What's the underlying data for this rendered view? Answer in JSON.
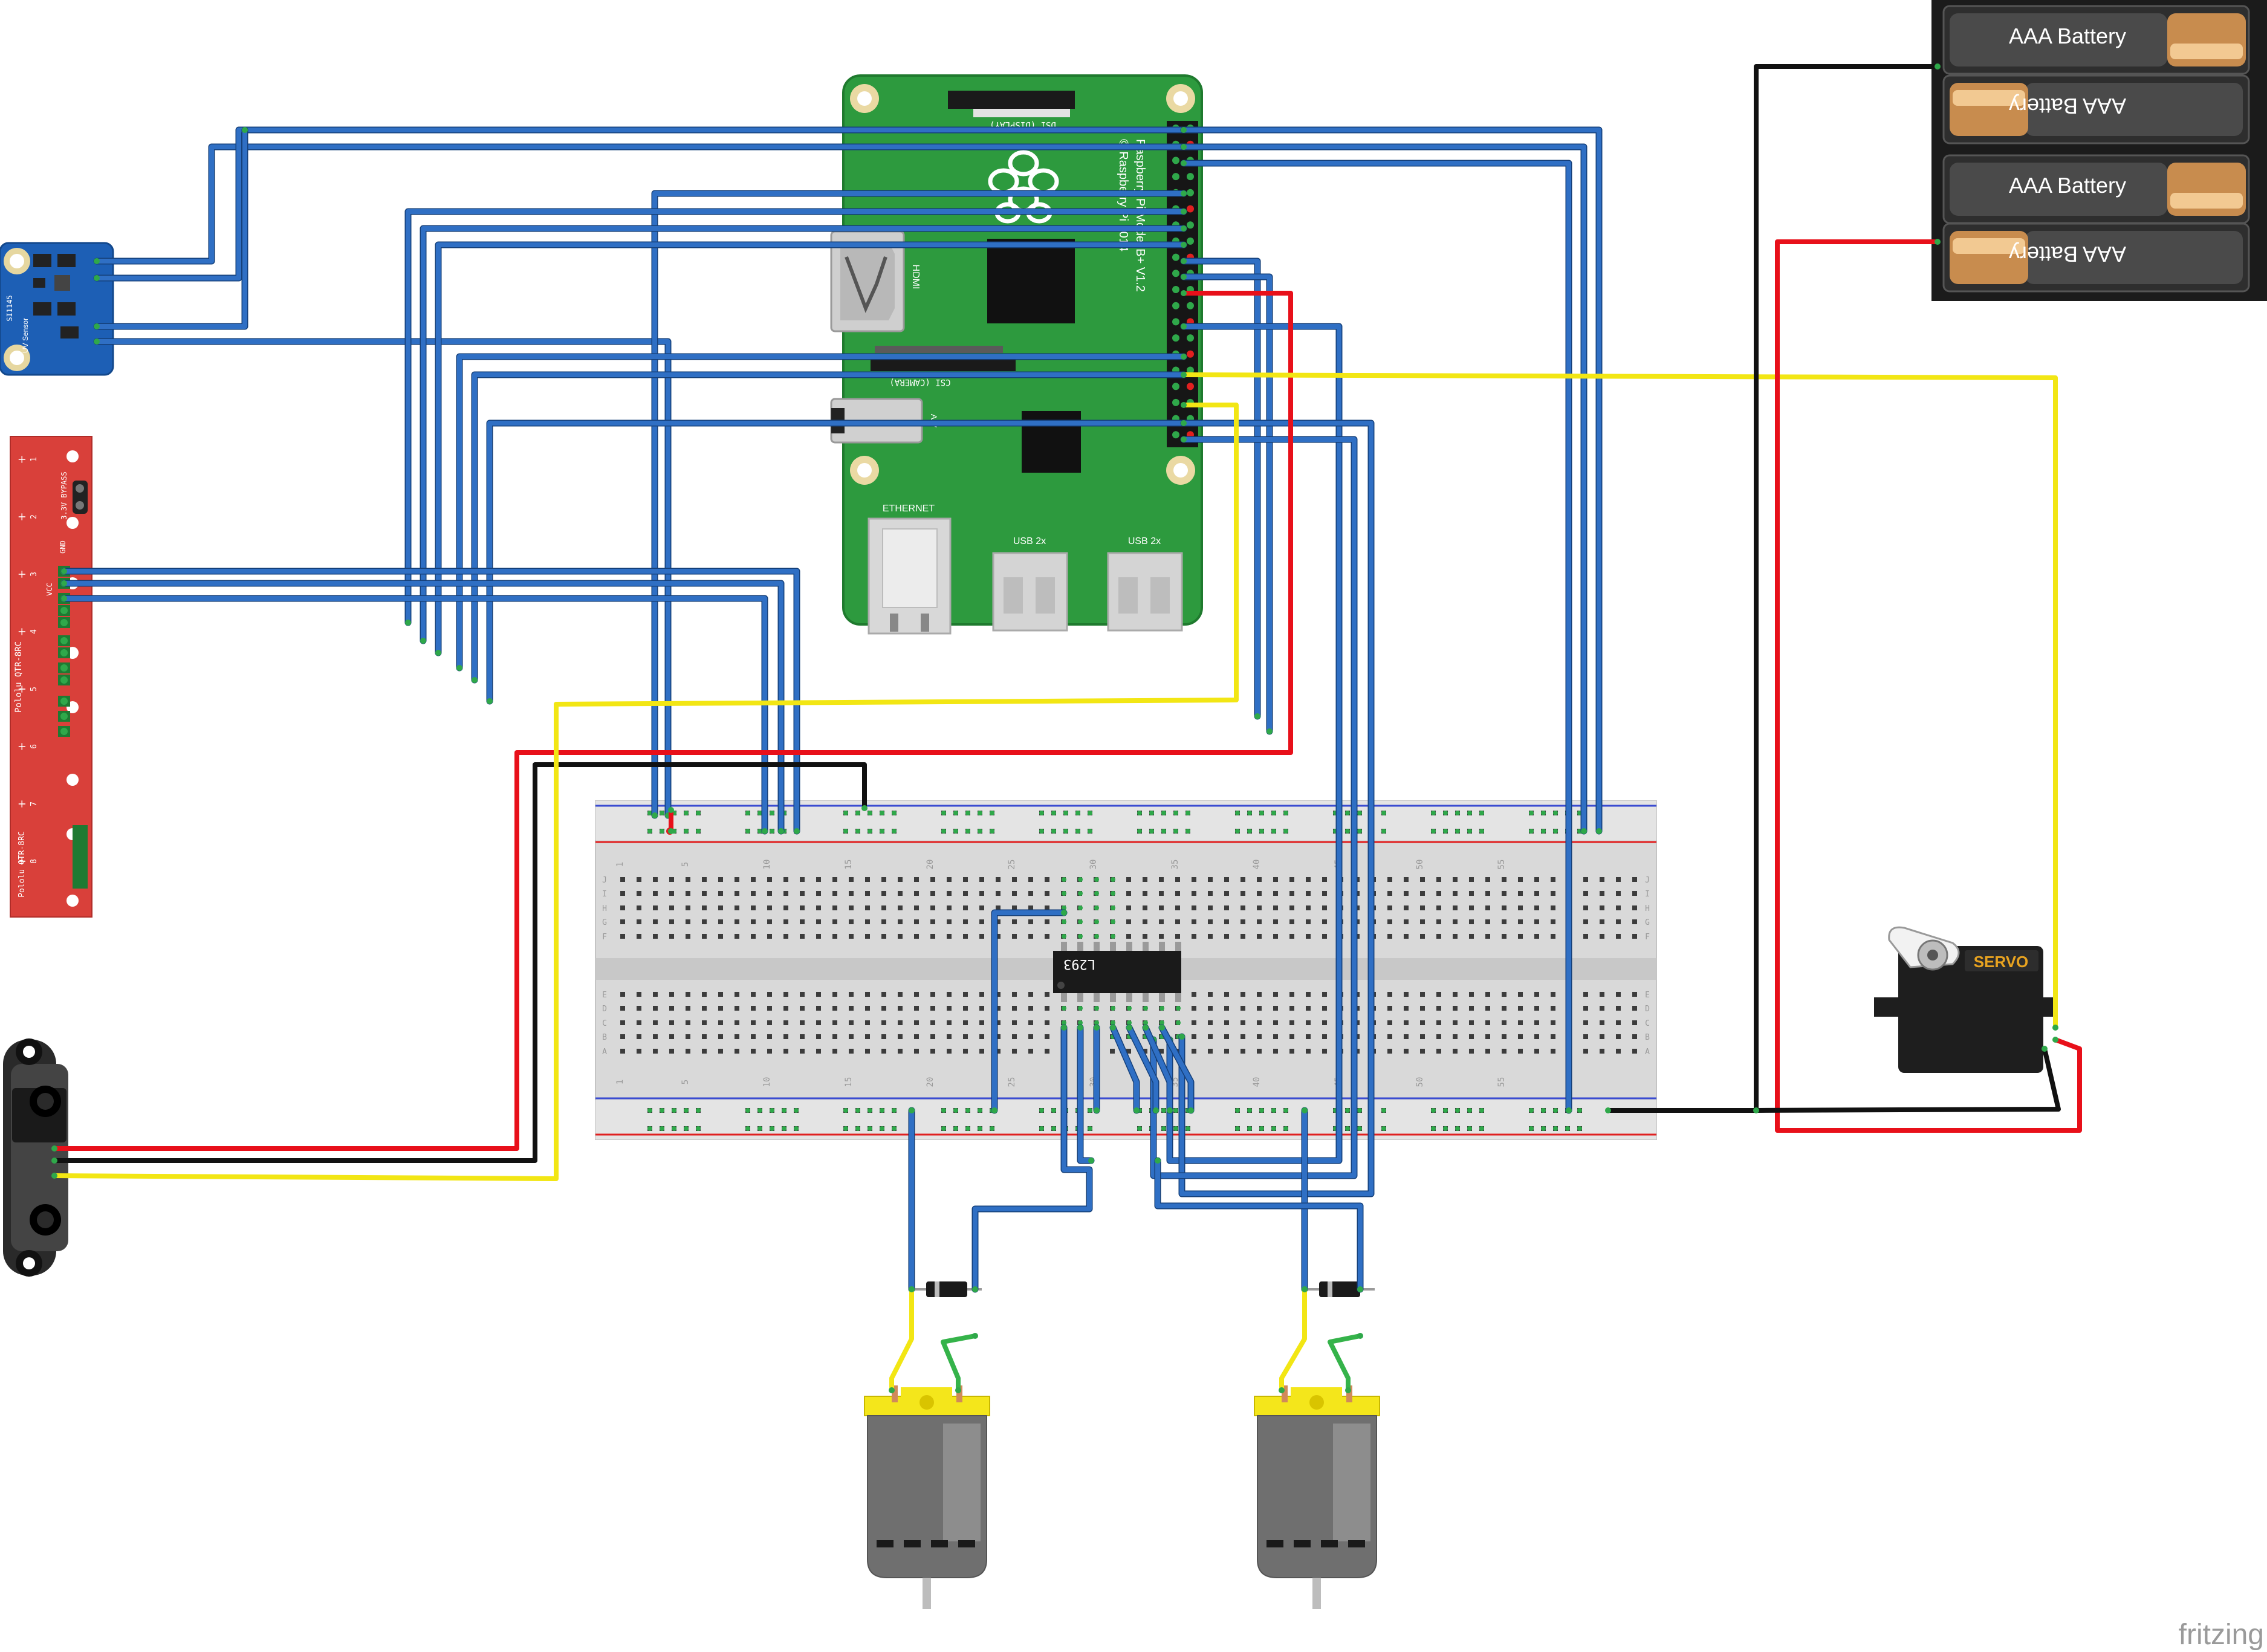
{
  "raspberry_pi": {
    "board_text": [
      "Raspberry Pi Model B+ V1.2",
      "© Raspberry Pi 2014"
    ],
    "display_label": "DSI (DISPLAY)",
    "camera_label": "CSI (CAMERA)",
    "hdmi_label": "HDMI",
    "audio_label": "A/V",
    "ethernet_label": "ETHERNET",
    "usb_label": "USB 2x"
  },
  "uv_sensor": {
    "part_number": "SI1145",
    "label": "UV Sensor"
  },
  "line_sensor": {
    "title": "Pololu QTR-8RC",
    "bypass_label": "3.3V BYPASS",
    "gnd_label": "GND",
    "vcc_label": "VCC",
    "pin_numbers": [
      "1",
      "2",
      "3",
      "4",
      "5",
      "6",
      "7",
      "8"
    ],
    "bottom_title": "Pololu QTR-8RC"
  },
  "breadboard": {
    "column_labels": [
      "1",
      "5",
      "10",
      "15",
      "20",
      "25",
      "30",
      "35",
      "40",
      "45",
      "50",
      "55"
    ],
    "row_labels_top": [
      "J",
      "I",
      "H",
      "G",
      "F"
    ],
    "row_labels_bottom": [
      "E",
      "D",
      "C",
      "B",
      "A"
    ]
  },
  "chip": {
    "label": "L293"
  },
  "battery_pack": {
    "cells": [
      "AAA Battery",
      "AAA Battery",
      "AAA Battery",
      "AAA Battery"
    ]
  },
  "servo": {
    "label": "SERVO"
  },
  "watermark": "fritzing",
  "colors": {
    "wire_data": "#2f6fc4",
    "wire_power": "#e8101a",
    "wire_ground": "#111111",
    "wire_signal": "#f2e614",
    "pcb_green": "#2d9a3e",
    "sensor_red": "#d9403a",
    "sensor_blue": "#1d5fb5",
    "motor_yellow": "#f4e61b"
  }
}
